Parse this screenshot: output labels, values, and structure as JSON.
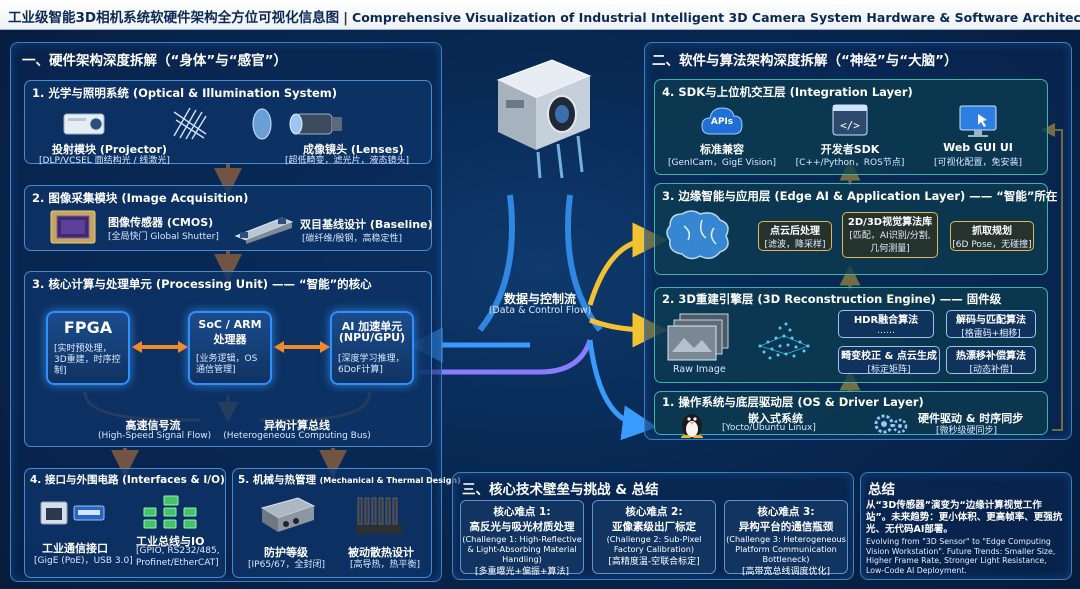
{
  "header": {
    "title_cn": "工业级智能3D相机系统软硬件架构全方位可视化信息图",
    "separator": "|",
    "title_en": "Comprehensive Visualization of Industrial Intelligent 3D Camera System Hardware & Software Architecture"
  },
  "hardware": {
    "title": "一、硬件架构深度拆解（“身体”与“感官”）",
    "optical": {
      "title": "1. 光学与照明系统 (Optical & Illumination System)",
      "projector_title": "投射模块 (Projector)",
      "projector_sub": "[DLP/VCSEL 面结构光 / 线激光]",
      "lens_title": "成像镜头 (Lenses)",
      "lens_sub": "[超低畸变，滤光片，液态镜头]"
    },
    "acquisition": {
      "title": "2. 图像采集模块 (Image Acquisition)",
      "sensor_title": "图像传感器 (CMOS)",
      "sensor_sub": "[全局快门 Global Shutter]",
      "baseline_title": "双目基线设计 (Baseline)",
      "baseline_sub": "[碳纤维/殷钢，高稳定性]"
    },
    "processing": {
      "title": "3. 核心计算与处理单元 (Processing Unit) —— “智能”的核心",
      "fpga_title": "FPGA",
      "fpga_sub": "[实时预处理，3D重建，时序控制]",
      "soc_title1": "SoC / ARM",
      "soc_title2": "处理器",
      "soc_sub": "[业务逻辑，OS通信管理]",
      "ai_title1": "AI 加速单元",
      "ai_title2": "(NPU/GPU)",
      "ai_sub": "[深度学习推理，6DoF计算]",
      "bus1_cn": "高速信号流",
      "bus1_en": "(High-Speed Signal Flow)",
      "bus2_cn": "异构计算总线",
      "bus2_en": "(Heterogeneous Computing Bus)"
    },
    "interfaces": {
      "title": "4. 接口与外围电路 (Interfaces & I/O)",
      "comm_title": "工业通信接口",
      "comm_sub": "[GigE (PoE)，USB 3.0]",
      "bus_title": "工业总线与IO",
      "bus_sub1": "[GPIO, RS232/485,",
      "bus_sub2": "Profinet/EtherCAT]"
    },
    "mechanical": {
      "title": "5. 机械与热管理",
      "title_en": "(Mechanical & Thermal Design)",
      "protect_title": "防护等级",
      "protect_sub": "[IP65/67，全封闭]",
      "cooling_title": "被动散热设计",
      "cooling_sub": "[高导热，热平衡]"
    }
  },
  "center": {
    "flow_cn": "数据与控制流",
    "flow_en": "(Data & Control Flow)"
  },
  "software": {
    "title": "二、软件与算法架构深度拆解（“神经”与“大脑”）",
    "sdk": {
      "title": "4. SDK与上位机交互层 (Integration Layer)",
      "apis_badge": "APIs",
      "compat_title": "标准兼容",
      "compat_sub": "[GenICam，GigE Vision]",
      "dev_title": "开发者SDK",
      "dev_sub": "[C++/Python，ROS节点]",
      "web_title": "Web GUI UI",
      "web_sub": "[可视化配置，免安装]"
    },
    "edge": {
      "title": "3. 边缘智能与应用层 (Edge AI & Application Layer) —— “智能”所在",
      "pc_title": "点云后处理",
      "pc_sub": "[滤波，降采样]",
      "vision_title": "2D/3D视觉算法库",
      "vision_sub1": "[匹配，AI识别/分割,",
      "vision_sub2": "几何测量]",
      "grasp_title": "抓取规划",
      "grasp_sub": "[6D Pose，无碰撞]"
    },
    "recon": {
      "title": "2. 3D重建引擎层 (3D Reconstruction Engine) —— 固件级",
      "raw_label": "Raw Image",
      "hdr_title": "HDR融合算法",
      "hdr_sub": "……",
      "decode_title": "解码与匹配算法",
      "decode_sub": "[格雷码+相移]",
      "distort_title": "畸变校正 & 点云生成",
      "distort_sub": "[标定矩阵]",
      "thermal_title": "热漂移补偿算法",
      "thermal_sub": "[动态补偿]"
    },
    "os": {
      "title": "1. 操作系统与底层驱动层 (OS & Driver Layer)",
      "embedded_title": "嵌入式系统",
      "embedded_sub": "[Yocto/Ubuntu Linux]",
      "driver_title": "硬件驱动 & 时序同步",
      "driver_sub": "[微秒级硬同步]"
    }
  },
  "challenges": {
    "title": "三、核心技术壁垒与挑战 & 总结",
    "items": [
      {
        "title": "核心难点 1:",
        "subtitle": "高反光与吸光材质处理",
        "en": "(Challenge 1: High-Reflective & Light-Absorbing Material Handling)",
        "note": "[多重曝光+偏振+算法]"
      },
      {
        "title": "核心难点 2:",
        "subtitle": "亚像素级出厂标定",
        "en": "(Challenge 2: Sub-Pixel Factory Calibration)",
        "note": "[高精度温-空联合标定]"
      },
      {
        "title": "核心难点 3:",
        "subtitle": "异构平台的通信瓶颈",
        "en": "(Challenge 3: Heterogeneous Platform Communication Bottleneck)",
        "note": "[高带宽总线调度优化]"
      }
    ]
  },
  "summary": {
    "title": "总结",
    "cn": "从“3D传感器”演变为“边缘计算视觉工作站”。未来趋势：更小体积、更高帧率、更强抗光、无代码AI部署。",
    "en": "Evolving from \"3D Sensor\" to \"Edge Computing Vision Workstation\". Future Trends: Smaller Size, Higher Frame Rate, Stronger Light Resistance, Low-Code AI Deployment."
  },
  "colors": {
    "accent_orange": "#f08a2b",
    "accent_yellow": "#f2c230",
    "accent_blue": "#3a9bff",
    "accent_purple": "#7a6cff",
    "panel_border": "#4a8bd0"
  }
}
